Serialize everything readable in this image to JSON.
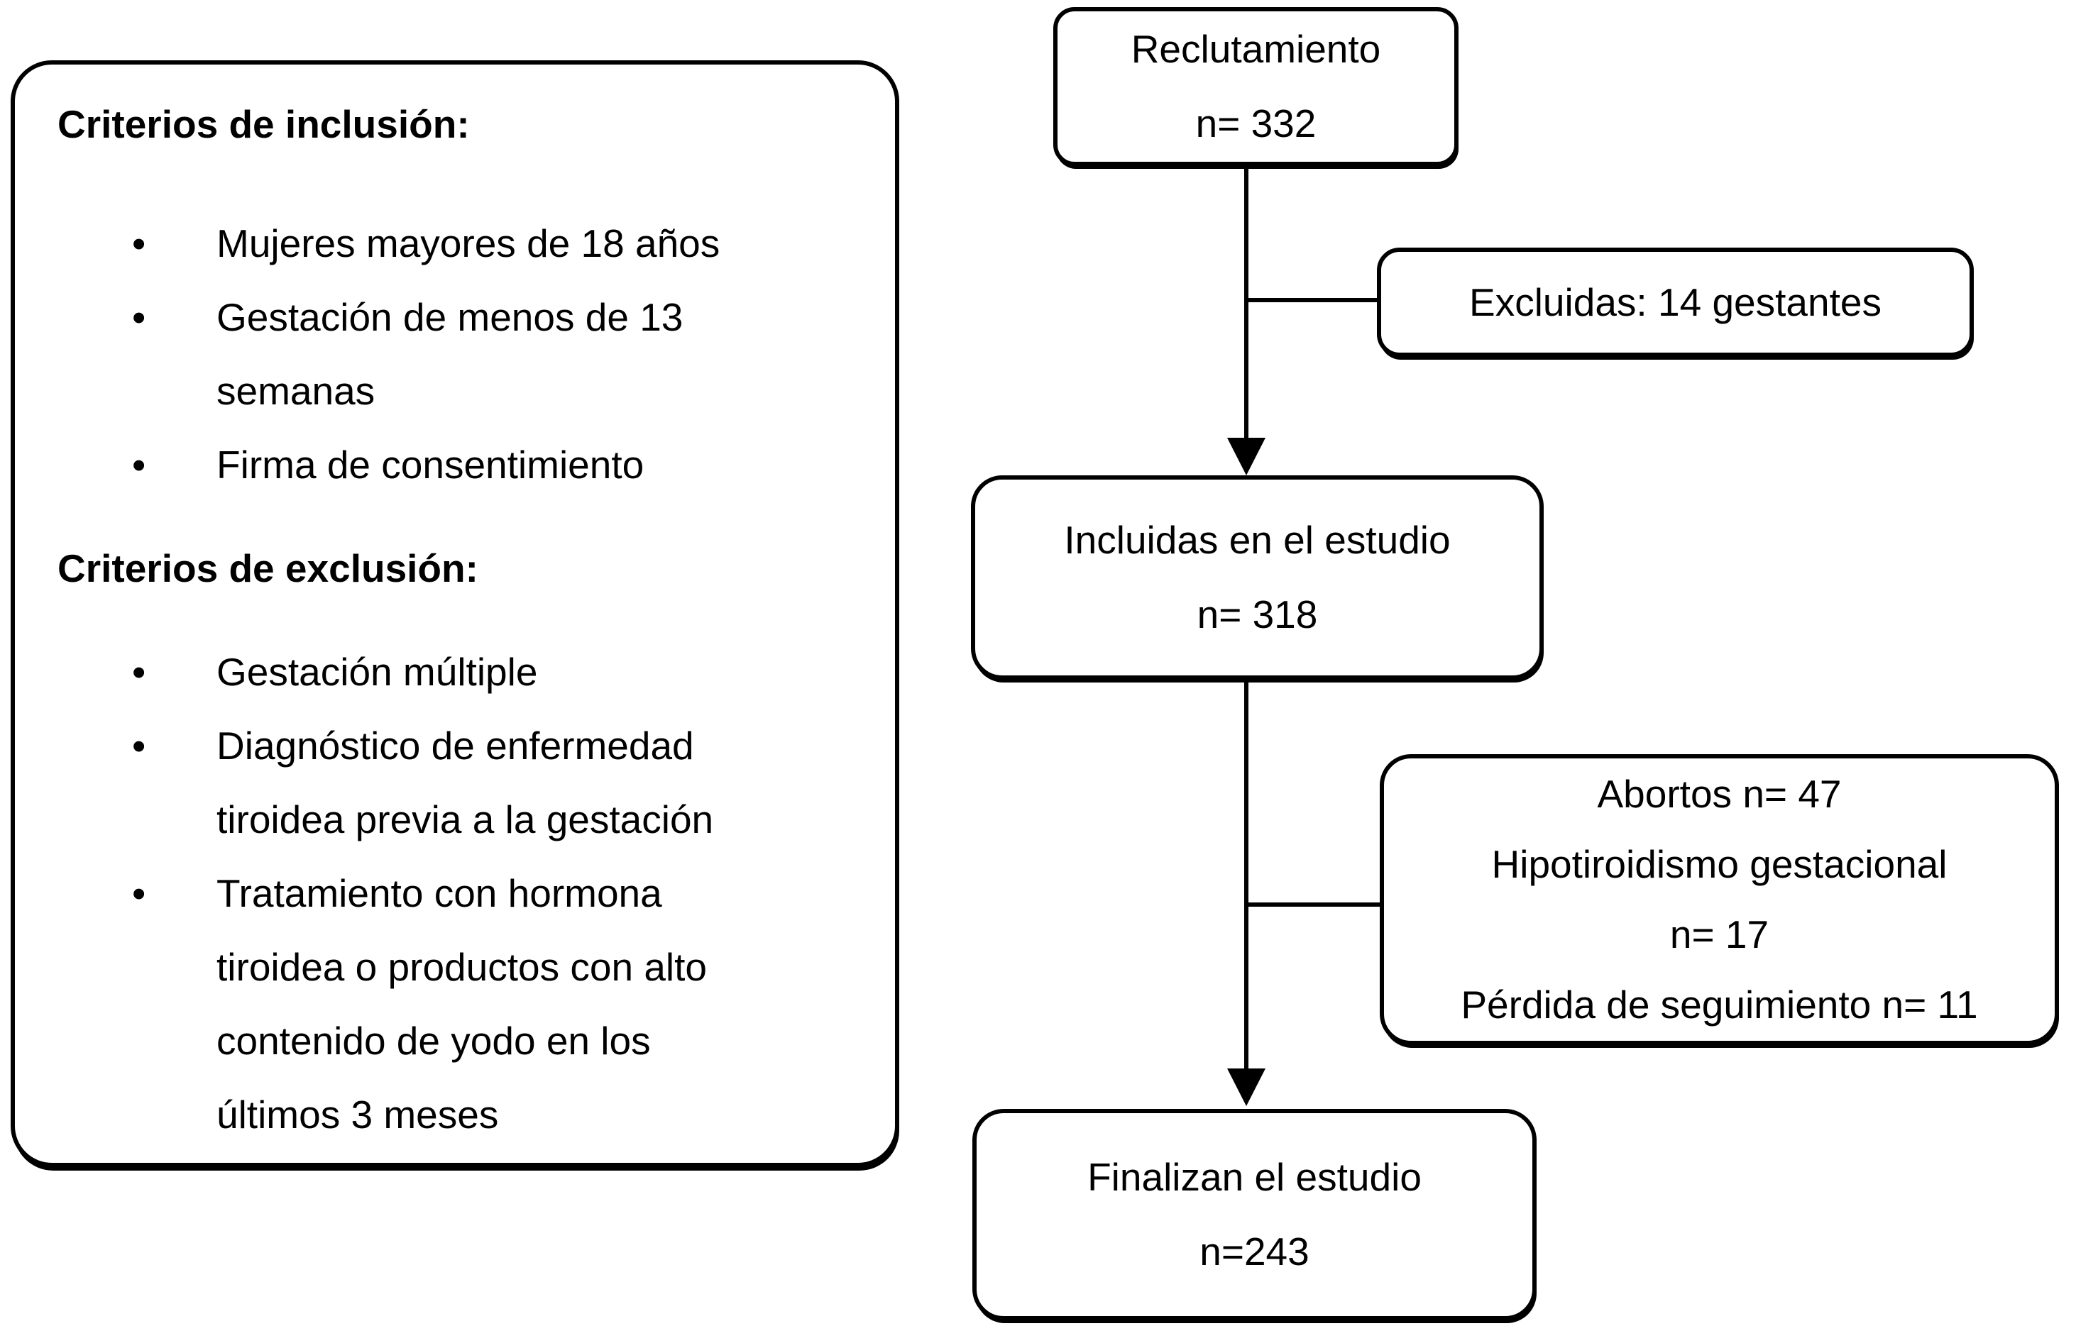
{
  "diagram": {
    "background_color": "#ffffff",
    "ink_color": "#000000"
  },
  "criteria_panel": {
    "inclusion_heading": "Criterios de inclusión:",
    "inclusion_items": [
      {
        "lines": [
          "Mujeres mayores de 18 años"
        ]
      },
      {
        "lines": [
          "Gestación de menos de 13",
          "semanas"
        ]
      },
      {
        "lines": [
          "Firma de consentimiento"
        ]
      }
    ],
    "exclusion_heading": "Criterios de exclusión:",
    "exclusion_items": [
      {
        "lines": [
          "Gestación múltiple"
        ]
      },
      {
        "lines": [
          "Diagnóstico de enfermedad",
          "tiroidea previa a la gestación"
        ]
      },
      {
        "lines": [
          "Tratamiento con hormona",
          "tiroidea o productos con alto",
          "contenido de yodo en los",
          "últimos 3 meses"
        ]
      }
    ]
  },
  "flowchart": {
    "nodes": {
      "reclutamiento": {
        "lines": [
          "Reclutamiento",
          "n= 332"
        ]
      },
      "excluidas": {
        "lines": [
          "Excluidas: 14 gestantes"
        ]
      },
      "incluidas": {
        "lines": [
          "Incluidas en el estudio",
          "n= 318"
        ]
      },
      "abortos": {
        "lines": [
          "Abortos n= 47",
          "Hipotiroidismo gestacional",
          "n= 17",
          "Pérdida de seguimiento n= 11"
        ]
      },
      "finalizan": {
        "lines": [
          "Finalizan el estudio",
          "n=243"
        ]
      }
    }
  },
  "icons": {
    "bullet": "•"
  }
}
